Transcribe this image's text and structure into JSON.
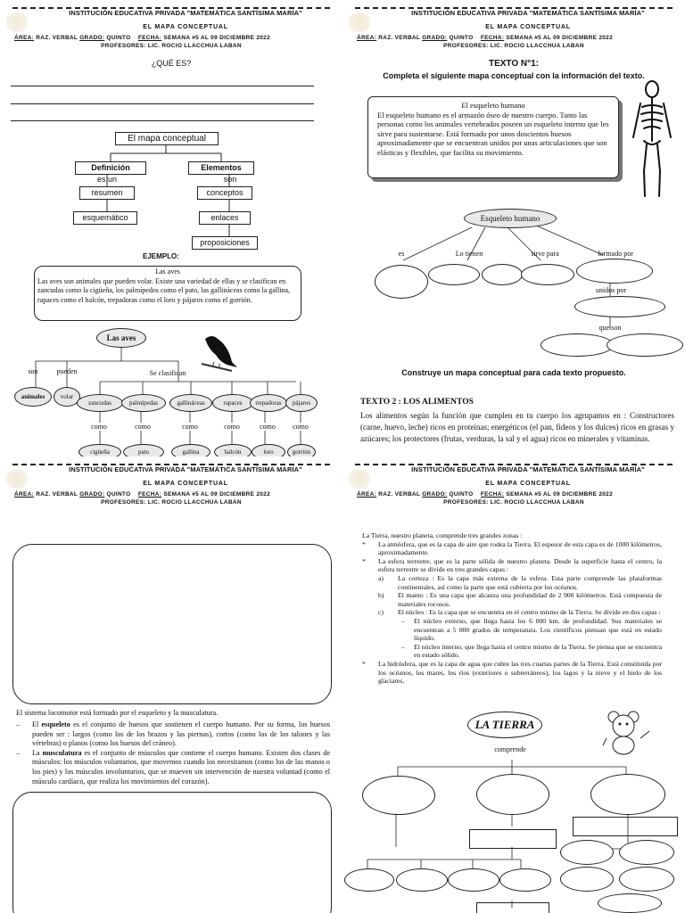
{
  "header": {
    "school": "INSTITUCIÓN EDUCATIVA PRIVADA \"MATEMÁTICA SANTÍSIMA MARÍA\"",
    "subtitle": "EL MAPA CONCEPTUAL",
    "area_label": "ÁREA:",
    "area_value": "RAZ. VERBAL",
    "grado_label": "GRADO:",
    "grado_value": "QUINTO",
    "fecha_label": "FECHA:",
    "fecha_value": "SEMANA #5 AL 09 DICIEMBRE 2022",
    "profesores": "PROFESORES: LIC. ROCIO LLACCHUA LABAN"
  },
  "page1": {
    "question": "¿QUÉ ES?",
    "map": {
      "root": "El mapa conceptual",
      "left": "Definición",
      "left_link": "es un",
      "left_c1": "resumen",
      "left_c2": "esquemático",
      "right": "Elementos",
      "right_link": "son",
      "right_c1": "conceptos",
      "right_c2": "enlaces",
      "right_c3": "proposiciones"
    },
    "example_label": "EJEMPLO:",
    "example_title": "Las aves",
    "example_text": "Las aves son animales que pueden volar. Existe una variedad de ellas y se clasifican en zancudas como la cigüeña, los palmípedos como el pato, las gallináceas como la gallina, rapaces como el halcón, trepadoras como el loro y pájaros como el gorrión.",
    "birds": {
      "root": "Las aves",
      "son": "son",
      "pueden": "pueden",
      "se_clasifican": "Se clasifican",
      "animales": "animales",
      "volar": "volar",
      "types": [
        "zancudas",
        "palmípedas",
        "gallináceas",
        "rapaces",
        "trepadoras",
        "pájaros"
      ],
      "como": "como",
      "examples": [
        "cigüeña",
        "pato",
        "gallina",
        "halcón",
        "loro",
        "gorrión"
      ]
    }
  },
  "page2": {
    "texto_title": "TEXTO N°1:",
    "instruction": "Completa el siguiente mapa conceptual con la información del texto.",
    "box_title": "El esqueleto humano",
    "box_text": "El esqueleto humano es el armazón óseo de nuestro cuerpo. Tanto las personas como los animales vertebrados poseen un esqueleto interno que les sirve para sustentarse. Está formado por unos doscientos huesos aproximadamente que se encuentran unidos por unas articulaciones que son elásticas y flexibles, que facilita su movimiento.",
    "map_root": "Esqueleto humano",
    "links": [
      "es",
      "Lo tienen",
      "sirve para",
      "formado por",
      "unidos por",
      "que son"
    ],
    "construye": "Construye un mapa conceptual para cada texto propuesto.",
    "texto2_title": "TEXTO 2 : LOS ALIMENTOS",
    "texto2_text": "Los alimentos según la función que cumplen en tu cuerpo los agrupamos en : Constructores (carne, huevo, leche) ricos en proteínas; energéticos (el pan, fideos y los dulces) ricos en grasas y azúcares; los protectores (frutas, verduras, la sal y el agua) ricos en minerales y vitaminas."
  },
  "page3": {
    "intro": "El sistema locomotor está formado por el esqueleto y la musculatura.",
    "item1_bold": "esqueleto",
    "item1_pre": "El",
    "item1_text": "es el conjunto de huesos que sostienen el cuerpo humano. Por su forma, los huesos pueden ser : largos (como los de los brazos y las piernas), cortos (como los de los talones y las vértebras) o planos (como los huesos del cráneo).",
    "item2_pre": "La",
    "item2_bold": "musculatura",
    "item2_text": "es el conjunto de músculos que contiene el cuerpo humano. Existen dos clases de músculos: los músculos voluntarios, que movemos cuando los necesitamos (como los de las manos o los pies) y los músculos involuntarios, que se mueven sin intervención de nuestra voluntad (como el músculo cardíaco, que realiza los movimientos del corazón)."
  },
  "page4": {
    "intro": "La Tierra, nuestro planeta, comprende tres grandes zonas :",
    "atmosfera": "La atmósfera, que es la capa de aire que rodea la Tierra. El espesor de esta capa es de 1000 kilómetros, aproximadamente.",
    "esfera": "La esfera terrestre, que es la parte sólida de nuestro planeta. Desde la superficie hasta el centro, la esfera terrestre se divide en tres grandes capas :",
    "corteza": "La corteza : Es la capa más externa de la esfera. Esta parte comprende las plataformas continentales, así como la parte que está cubierta por los océanos.",
    "manto": "El manto : Es una capa que alcanza una profundidad de 2 900 kilómetros. Está compuesta de materiales rocosos.",
    "nucleo": "El núcleo : Es la capa que se encuentra en el centro mismo de la Tierra. Se divide en dos capas :",
    "nucleo_ext": "El núcleo externo, que llega hasta los 6 000 km. de profundidad. Sus materiales se encuentran a 5 000 grados de temperatura. Los científicos piensan que está en estado líquido.",
    "nucleo_int": "El núcleo interno, que llega hasta el centro mismo de la Tierra. Se piensa que se encuentra en estado sólido.",
    "hidrosfera": "La hidrósfera, que es la capa de agua que cubre las tres cuartas partes de la Tierra. Está constituida por los océanos, los mares, los ríos (exteriores o subterráneos), los lagos y la nieve y el hielo de los glaciares.",
    "map_root": "LA TIERRA",
    "map_link": "comprende",
    "markers": [
      "a)",
      "b)",
      "c)"
    ]
  }
}
